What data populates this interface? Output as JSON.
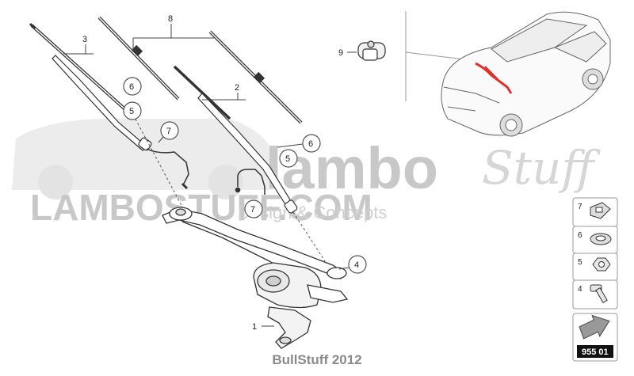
{
  "callouts": {
    "c1": "1",
    "c2": "2",
    "c3": "3",
    "c4": "4",
    "c5a": "5",
    "c5b": "5",
    "c6a": "6",
    "c6b": "6",
    "c7a": "7",
    "c7b": "7",
    "c8": "8",
    "c9": "9"
  },
  "watermark": {
    "brand_big": "lambo",
    "brand_script": "Stuff",
    "site": "LAMBOSTUFF.COM",
    "tagline": "Design & Concepts"
  },
  "legend": {
    "items": [
      "7",
      "6",
      "5",
      "4"
    ],
    "code": "955 01"
  },
  "footer": {
    "credit": "BullStuff 2012"
  },
  "colors": {
    "line": "#333333",
    "highlight": "#e0302a",
    "watermark": "#c8c8c8",
    "code_bg": "#111111"
  }
}
